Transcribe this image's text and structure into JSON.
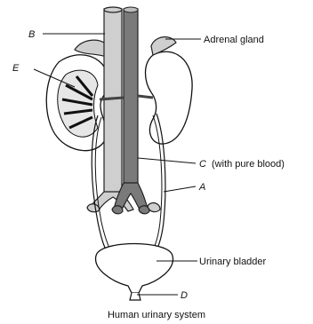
{
  "caption": "Human urinary system",
  "labels": {
    "B": "B",
    "E": "E",
    "adrenal": "Adrenal gland",
    "C": "C",
    "C_note": "(with pure blood)",
    "A": "A",
    "bladder": "Urinary bladder",
    "D": "D"
  }
}
